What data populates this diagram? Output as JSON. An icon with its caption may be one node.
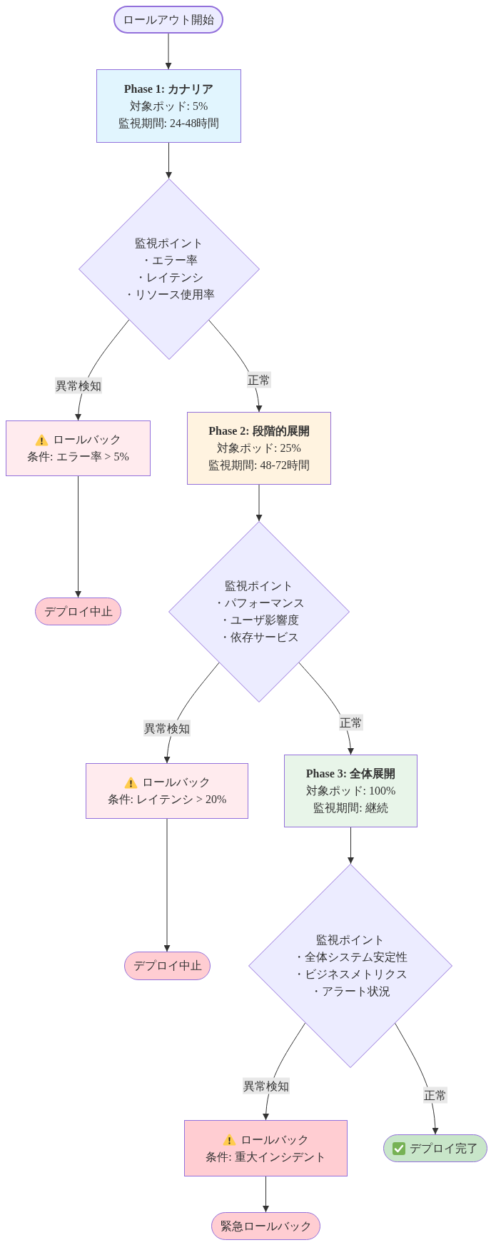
{
  "diagram": {
    "nodes": [
      {
        "text": [
          "ロールアウト開始"
        ]
      },
      {
        "text": [
          "Phase 1: カナリア",
          "対象ポッド: 5%",
          "監視期間: 24-48時間"
        ]
      },
      {
        "text": [
          "監視ポイント",
          "・エラー率",
          "・レイテンシ",
          "・リソース使用率"
        ]
      },
      {
        "text": [
          "ロールバック",
          "条件: エラー率 > 5%"
        ]
      },
      {
        "text": [
          "Phase 2: 段階的展開",
          "対象ポッド: 25%",
          "監視期間: 48-72時間"
        ]
      },
      {
        "text": [
          "デプロイ中止"
        ]
      },
      {
        "text": [
          "監視ポイント",
          "・パフォーマンス",
          "・ユーザ影響度",
          "・依存サービス"
        ]
      },
      {
        "text": [
          "ロールバック",
          "条件: レイテンシ > 20%"
        ]
      },
      {
        "text": [
          "Phase 3: 全体展開",
          "対象ポッド: 100%",
          "監視期間: 継続"
        ]
      },
      {
        "text": [
          "デプロイ中止"
        ]
      },
      {
        "text": [
          "監視ポイント",
          "・全体システム安定性",
          "・ビジネスメトリクス",
          "・アラート状況"
        ]
      },
      {
        "text": [
          "ロールバック",
          "条件: 重大インシデント"
        ]
      },
      {
        "text": [
          "デプロイ完了"
        ]
      },
      {
        "text": [
          "緊急ロールバック"
        ]
      }
    ],
    "edges": [
      {
        "from": 0,
        "to": 1,
        "arrow": "to"
      },
      {
        "from": 1,
        "to": 2,
        "arrow": "to"
      },
      {
        "from": 2,
        "to": 3,
        "label": "異常検知",
        "arrow": "to"
      },
      {
        "from": 2,
        "to": 4,
        "label": "正常",
        "arrow": "to"
      },
      {
        "from": 3,
        "to": 5,
        "arrow": "to"
      },
      {
        "from": 4,
        "to": 6,
        "arrow": "to"
      },
      {
        "from": 6,
        "to": 7,
        "label": "異常検知",
        "arrow": "to"
      },
      {
        "from": 6,
        "to": 8,
        "label": "正常",
        "arrow": "to"
      },
      {
        "from": 7,
        "to": 9,
        "arrow": "to"
      },
      {
        "from": 8,
        "to": 10,
        "arrow": "to"
      },
      {
        "from": 10,
        "to": 11,
        "label": "異常検知",
        "arrow": "to"
      },
      {
        "from": 10,
        "to": 12,
        "label": "正常",
        "arrow": "to"
      },
      {
        "from": 11,
        "to": 13,
        "arrow": "to"
      }
    ]
  }
}
